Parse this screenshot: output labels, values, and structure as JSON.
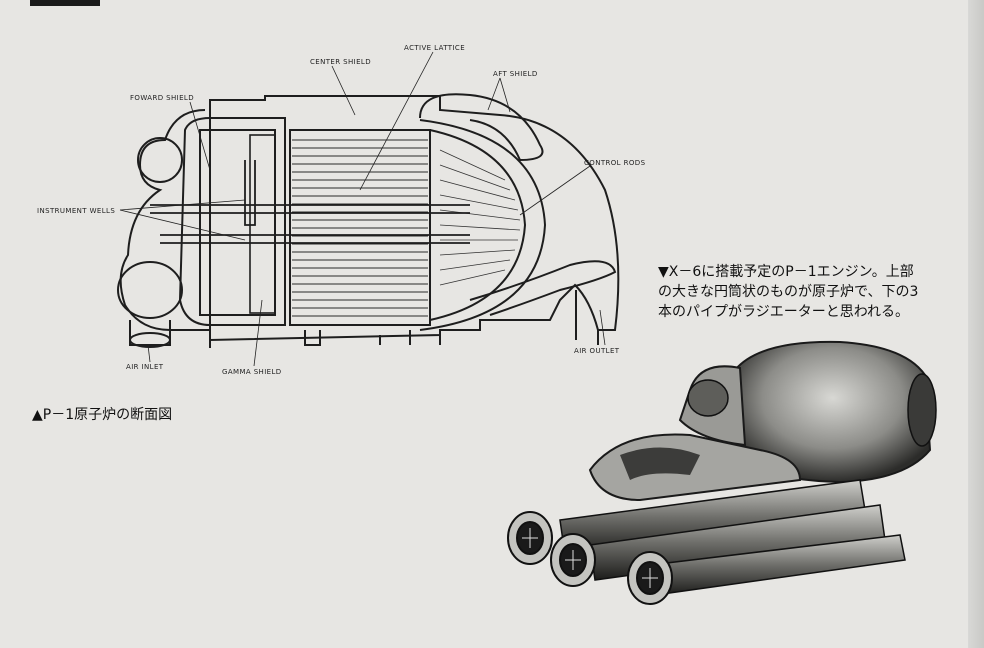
{
  "diagram": {
    "labels": {
      "center_shield": "CENTER SHIELD",
      "active_lattice": "ACTIVE LATTICE",
      "aft_shield": "AFT SHIELD",
      "foward_shield": "FOWARD SHIELD",
      "control_rods": "CONTROL RODS",
      "instrument_wells": "INSTRUMENT WELLS",
      "air_inlet": "AIR INLET",
      "gamma_shield": "GAMMA SHIELD",
      "air_outlet": "AIR OUTLET"
    },
    "caption": "▲P－1原子炉の断面図"
  },
  "engine_photo": {
    "caption_lines": [
      "▼X－6に搭載予定のP－1エンジン。上部",
      "の大きな円筒状のものが原子炉で、下の3",
      "本のパイプがラジエーターと思われる。"
    ]
  }
}
